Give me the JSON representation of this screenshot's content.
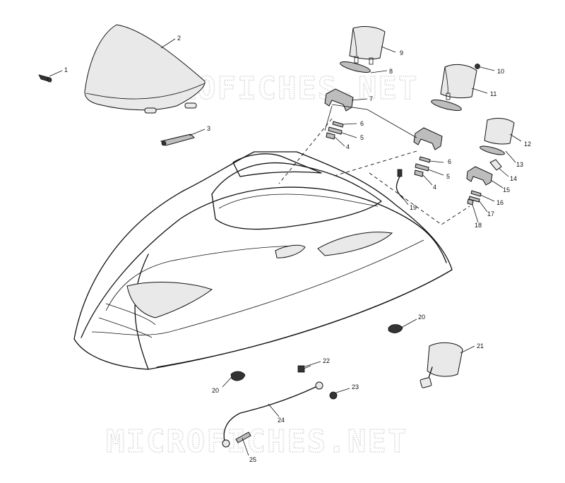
{
  "watermarks": {
    "top": "MICROFICHES.NET",
    "bottom": "MICROFICHES.NET"
  },
  "callouts": {
    "c1": "1",
    "c2": "2",
    "c3": "3",
    "c4a": "4",
    "c4b": "4",
    "c5a": "5",
    "c5b": "5",
    "c6a": "6",
    "c6b": "6",
    "c7": "7",
    "c8": "8",
    "c9": "9",
    "c10": "10",
    "c11": "11",
    "c12": "12",
    "c13": "13",
    "c14": "14",
    "c15": "15",
    "c16": "16",
    "c17": "17",
    "c18": "18",
    "c19": "19",
    "c20a": "20",
    "c20b": "20",
    "c21": "21",
    "c22": "22",
    "c23": "23",
    "c24": "24",
    "c25": "25"
  }
}
